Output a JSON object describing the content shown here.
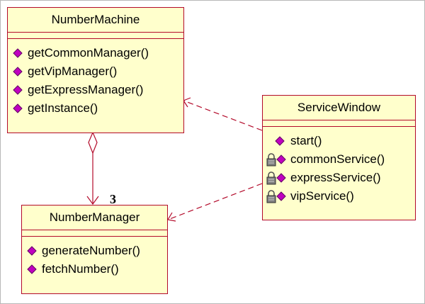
{
  "classes": {
    "number_machine": {
      "name": "NumberMachine",
      "operations": [
        "getCommonManager()",
        "getVipManager()",
        "getExpressManager()",
        "getInstance()"
      ]
    },
    "service_window": {
      "name": "ServiceWindow",
      "operations": [
        "start()",
        "commonService()",
        "expressService()",
        "vipService()"
      ]
    },
    "number_manager": {
      "name": "NumberManager",
      "operations": [
        "generateNumber()",
        "fetchNumber()"
      ]
    }
  },
  "relations": {
    "aggregation_multiplicity": "3"
  },
  "colors": {
    "class_fill": "#ffffcc",
    "class_border": "#b30a2a",
    "operation_icon": "#c000c0",
    "lock_icon": "#606060"
  },
  "icons": {
    "public_operation": "magenta-diamond-icon",
    "protected_operation": "lock-with-diamond-icon"
  }
}
